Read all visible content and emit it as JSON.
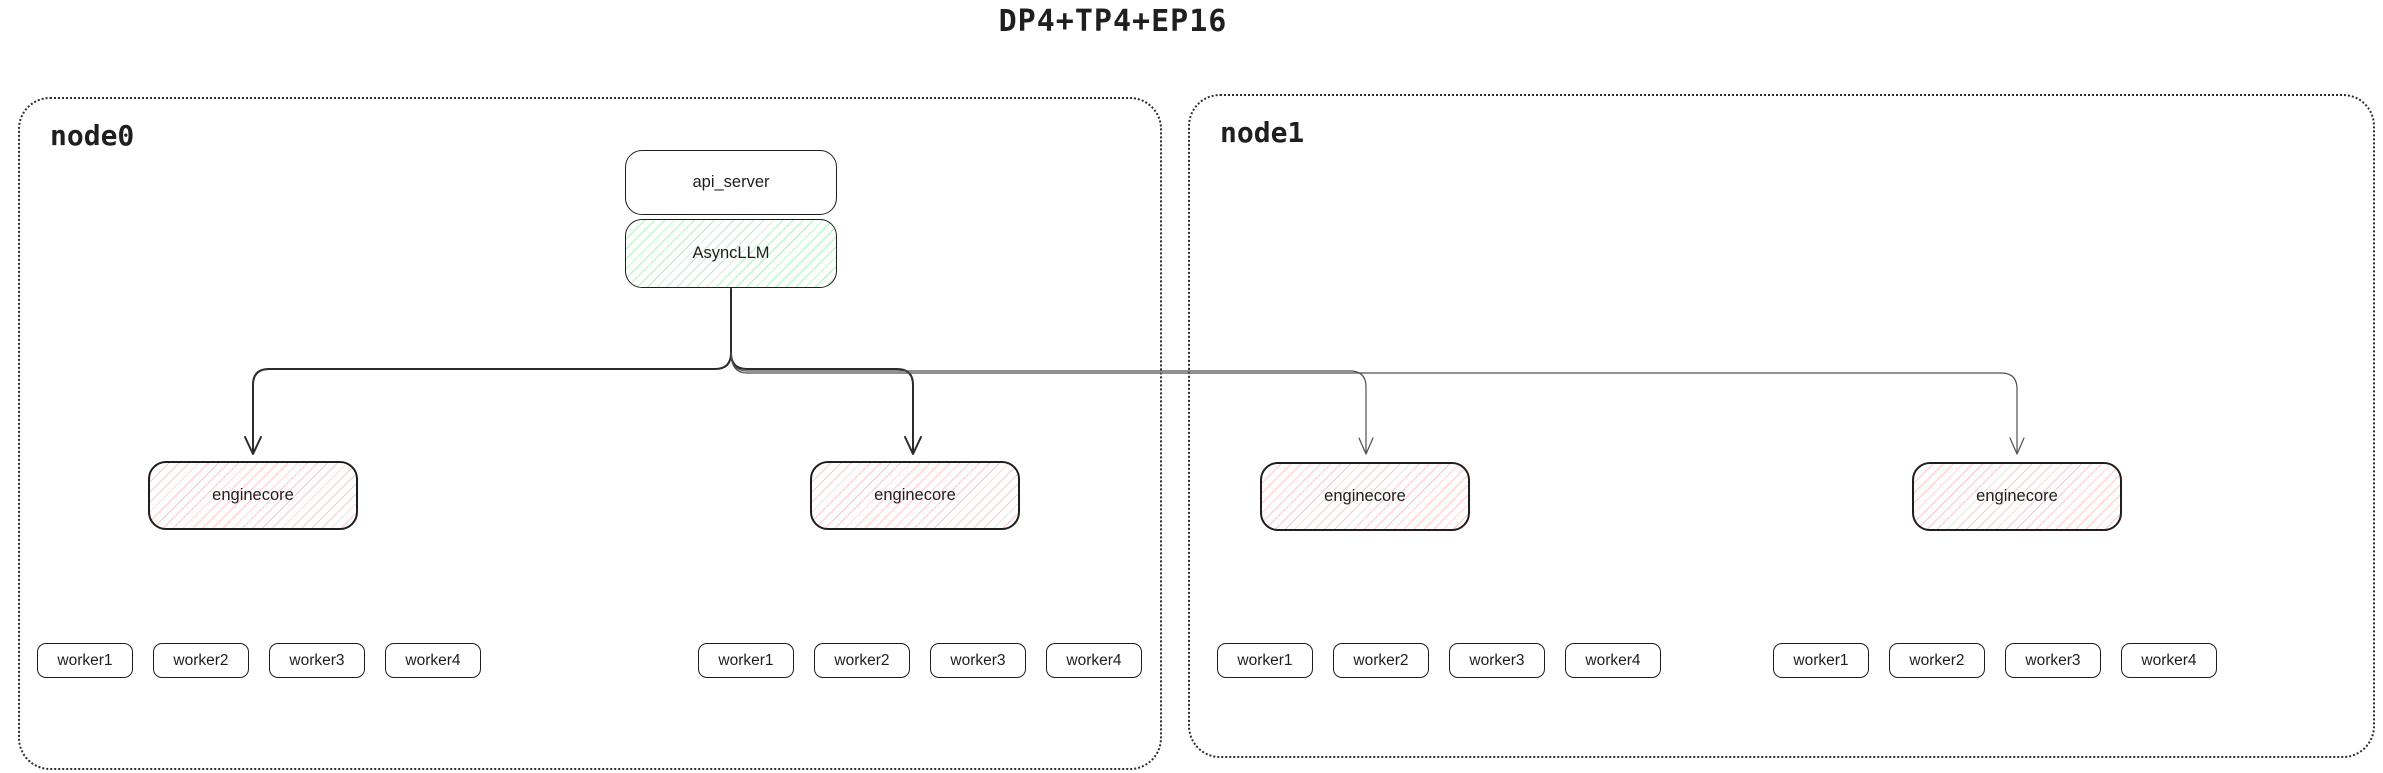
{
  "title": "DP4+TP4+EP16",
  "nodes": [
    {
      "label": "node0"
    },
    {
      "label": "node1"
    }
  ],
  "api_server": {
    "label": "api_server"
  },
  "async_llm": {
    "label": "AsyncLLM"
  },
  "enginecores": [
    {
      "label": "enginecore",
      "node": "node0"
    },
    {
      "label": "enginecore",
      "node": "node0"
    },
    {
      "label": "enginecore",
      "node": "node1"
    },
    {
      "label": "enginecore",
      "node": "node1"
    }
  ],
  "worker_groups": [
    {
      "node": "node0",
      "workers": [
        "worker1",
        "worker2",
        "worker3",
        "worker4"
      ]
    },
    {
      "node": "node0",
      "workers": [
        "worker1",
        "worker2",
        "worker3",
        "worker4"
      ]
    },
    {
      "node": "node1",
      "workers": [
        "worker1",
        "worker2",
        "worker3",
        "worker4"
      ]
    },
    {
      "node": "node1",
      "workers": [
        "worker1",
        "worker2",
        "worker3",
        "worker4"
      ]
    }
  ],
  "colors": {
    "stroke": "#1e1e1e",
    "green_hatch": "#b2f2bb",
    "red_hatch": "#ffc9c9",
    "thick_connector": "#2b2b2b",
    "thin_connector": "#4f4f4f",
    "background": "#ffffff"
  }
}
